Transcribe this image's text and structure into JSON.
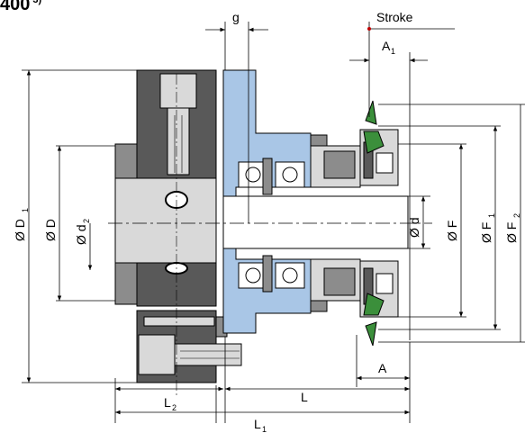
{
  "heading": {
    "text": "400",
    "footnote": "3)"
  },
  "labels": {
    "g": "g",
    "stroke": "Stroke",
    "a1": "A",
    "a1_sub": "1",
    "d1_left": "Ø D",
    "d1_left_sub": "1",
    "d_left": "Ø D",
    "d2": "Ø d",
    "d2_sub": "2",
    "d_small": "Ø d",
    "f": "Ø F",
    "f1": "Ø F",
    "f1_sub": "1",
    "f2": "Ø F",
    "f2_sub": "2",
    "a": "A",
    "l2": "L",
    "l2_sub": "2",
    "l": "L",
    "l1": "L",
    "l1_sub": "1"
  },
  "colors": {
    "hub_blue": "#a9c6e6",
    "dark_gray": "#595959",
    "mid_gray": "#8c8c8c",
    "light_gray": "#d9d9d9",
    "green": "#3b8f3b",
    "line": "#000000"
  }
}
